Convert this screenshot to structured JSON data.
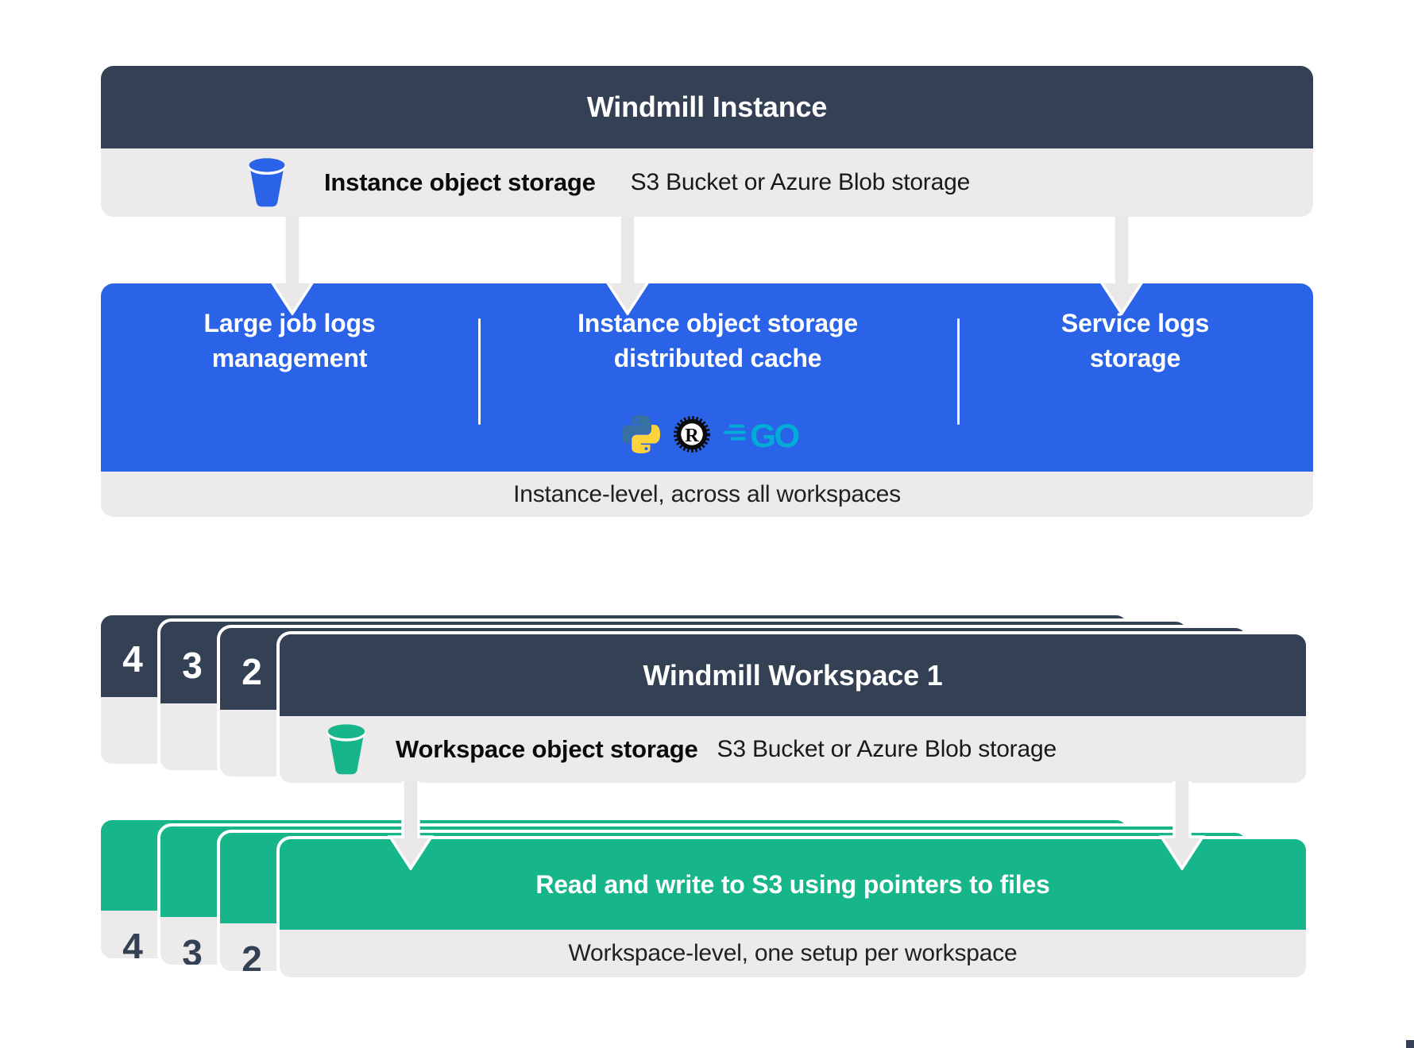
{
  "instance": {
    "title": "Windmill Instance",
    "storage_bold": "Instance object storage",
    "storage_note": "S3 Bucket or Azure Blob storage",
    "columns": [
      {
        "line1": "Large job logs",
        "line2": "management"
      },
      {
        "line1": "Instance object storage",
        "line2": "distributed cache"
      },
      {
        "line1": "Service logs",
        "line2": "storage"
      }
    ],
    "language_icons": [
      "python-logo",
      "rust-logo",
      "go-logo"
    ],
    "caption": "Instance-level, across all workspaces"
  },
  "workspace": {
    "stack_numbers": [
      "4",
      "3",
      "2"
    ],
    "title": "Windmill Workspace 1",
    "storage_bold": "Workspace object storage",
    "storage_note": "S3 Bucket or Azure Blob storage"
  },
  "feature": {
    "stack_numbers": [
      "4",
      "3",
      "2"
    ],
    "title": "Read and write to S3 using pointers to files",
    "caption": "Workspace-level, one setup per workspace"
  },
  "colors": {
    "navy": "#344154",
    "blue": "#2B63E8",
    "green": "#17B68A",
    "panel_gray": "#ECEAEA",
    "arrow_gray": "#E9E7E7",
    "go_cyan": "#00ACD7",
    "python_blue": "#3771A1",
    "python_yellow": "#FFD43B"
  }
}
